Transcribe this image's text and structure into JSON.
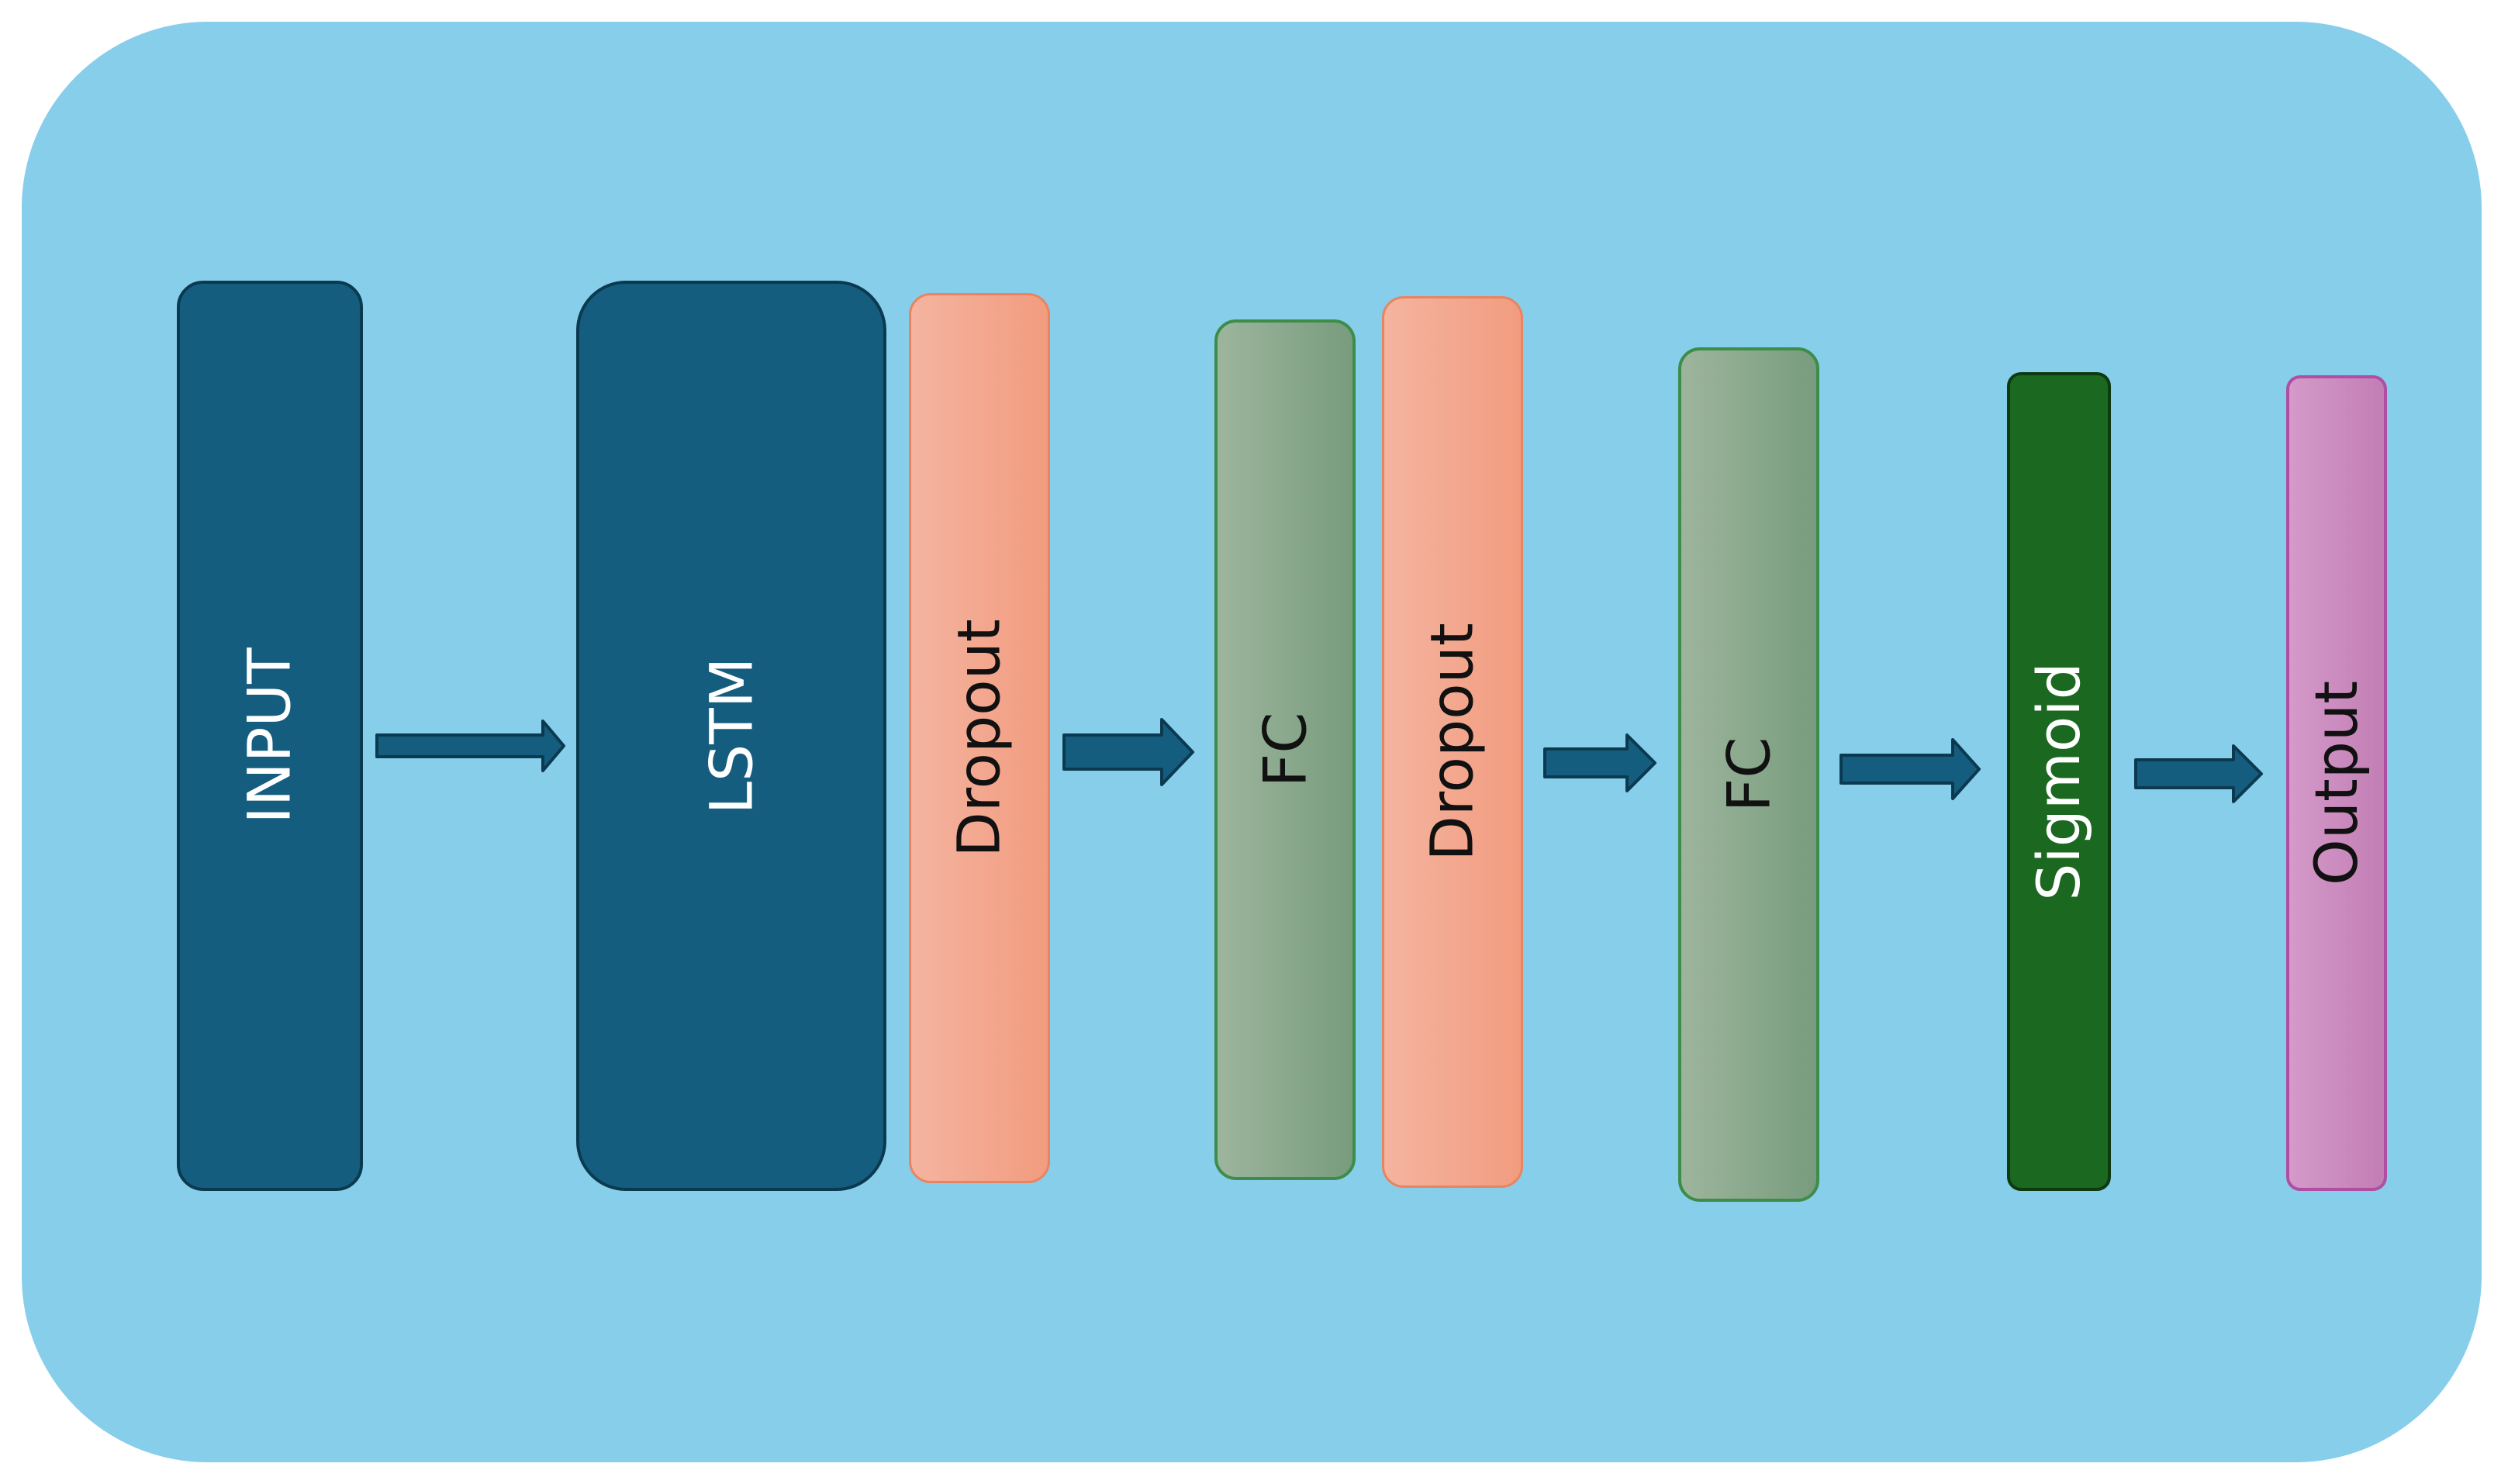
{
  "diagram": {
    "layers": [
      {
        "id": "input",
        "label": "INPUT"
      },
      {
        "id": "lstm",
        "label": "LSTM"
      },
      {
        "id": "dropout1",
        "label": "Dropout"
      },
      {
        "id": "fc1",
        "label": "FC"
      },
      {
        "id": "dropout2",
        "label": "Dropout"
      },
      {
        "id": "fc2",
        "label": "FC"
      },
      {
        "id": "sigmoid",
        "label": "Sigmoid"
      },
      {
        "id": "output",
        "label": "Output"
      }
    ],
    "flow": [
      "input",
      "lstm",
      "dropout1",
      "fc1",
      "dropout2",
      "fc2",
      "sigmoid",
      "output"
    ]
  },
  "colors": {
    "background": "#87ceeb",
    "input_lstm": "#155d7e",
    "dropout": "#f29c7f",
    "fc": "#789c7d",
    "sigmoid": "#1b6821",
    "output": "#c27eb4",
    "arrow": "#155d7e"
  }
}
